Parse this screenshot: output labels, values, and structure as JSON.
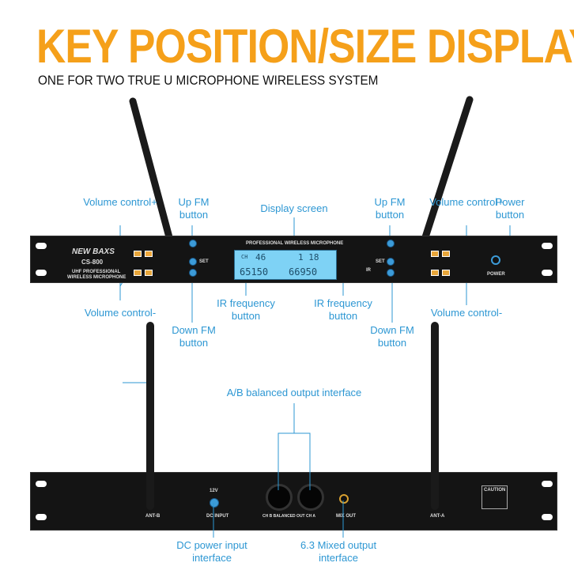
{
  "header": {
    "title": "KEY POSITION/SIZE DISPLAY",
    "subtitle": "ONE FOR TWO TRUE U MICROPHONE WIRELESS SYSTEM"
  },
  "front": {
    "brand": "NEW BAXS",
    "model": "CS-800",
    "desc1": "UHF PROFESSIONAL",
    "desc2": "WIRELESS MICROPHONE",
    "panel_title": "PROFESSIONAL WIRELESS MICROPHONE",
    "set": "SET",
    "ir": "IR",
    "power": "POWER",
    "lcd": {
      "ch": "CH",
      "ch_value": "46",
      "ch2": "1 18",
      "freq_a": "65150",
      "freq_b": "66950"
    },
    "labels": {
      "vol_plus_l": "Volume control+",
      "up_fm_l": "Up FM button",
      "display": "Display screen",
      "up_fm_r": "Up FM button",
      "vol_plus_r": "Volume control+",
      "power": "Power button",
      "vol_minus_l": "Volume control-",
      "ir_l": "IR frequency button",
      "down_fm_l": "Down FM button",
      "ir_r": "IR frequency button",
      "down_fm_r": "Down FM button",
      "vol_minus_r": "Volume control-"
    }
  },
  "rear": {
    "ant_b": "ANT-B",
    "ant_a": "ANT-A",
    "dc_input": "DC INPUT",
    "dc_volt": "12V",
    "balanced": "CH B  BALANCED OUT  CH A",
    "mix_out": "MIX OUT",
    "caution": "CAUTION",
    "labels": {
      "ab": "A/B balanced output interface",
      "dc": "DC power input interface",
      "mixed": "6.3 Mixed output interface"
    }
  },
  "colors": {
    "accent": "#f5a01a",
    "label": "#2d97d3"
  }
}
